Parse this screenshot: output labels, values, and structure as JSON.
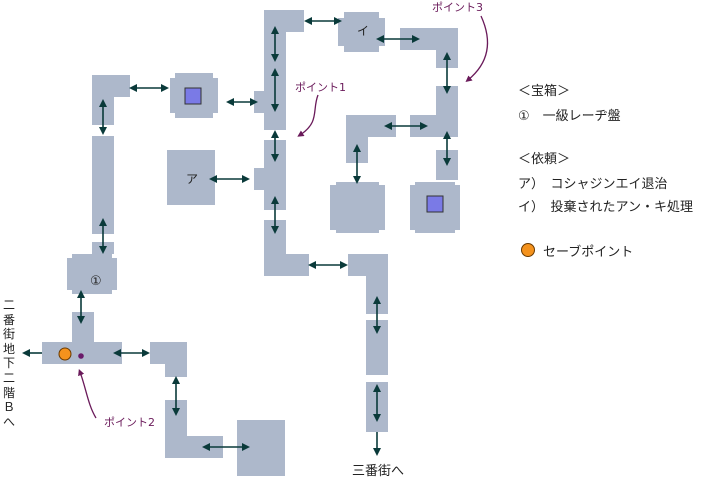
{
  "legend": {
    "treasure_header": "＜宝箱＞",
    "treasure_item": "①　一級レーヂ盤",
    "request_header": "＜依頼＞",
    "request_a": "ア）　コシャジンエイ退治",
    "request_i": "イ）　投棄されたアン・キ処理",
    "save_point": "セーブポイント"
  },
  "map_labels": {
    "room_a": "ア",
    "room_i": "イ",
    "room_1": "①"
  },
  "points": {
    "p1": "ポイント1",
    "p2": "ポイント2",
    "p3": "ポイント3"
  },
  "exits": {
    "west": "二番街地下二階Ｂへ",
    "south": "三番街へ"
  },
  "colors": {
    "floor": "#adb8cb",
    "arrow": "#0a3a3a",
    "save_point": "#f4921d",
    "treasure": "#7a7ae6",
    "marker": "#6a1a6a"
  }
}
